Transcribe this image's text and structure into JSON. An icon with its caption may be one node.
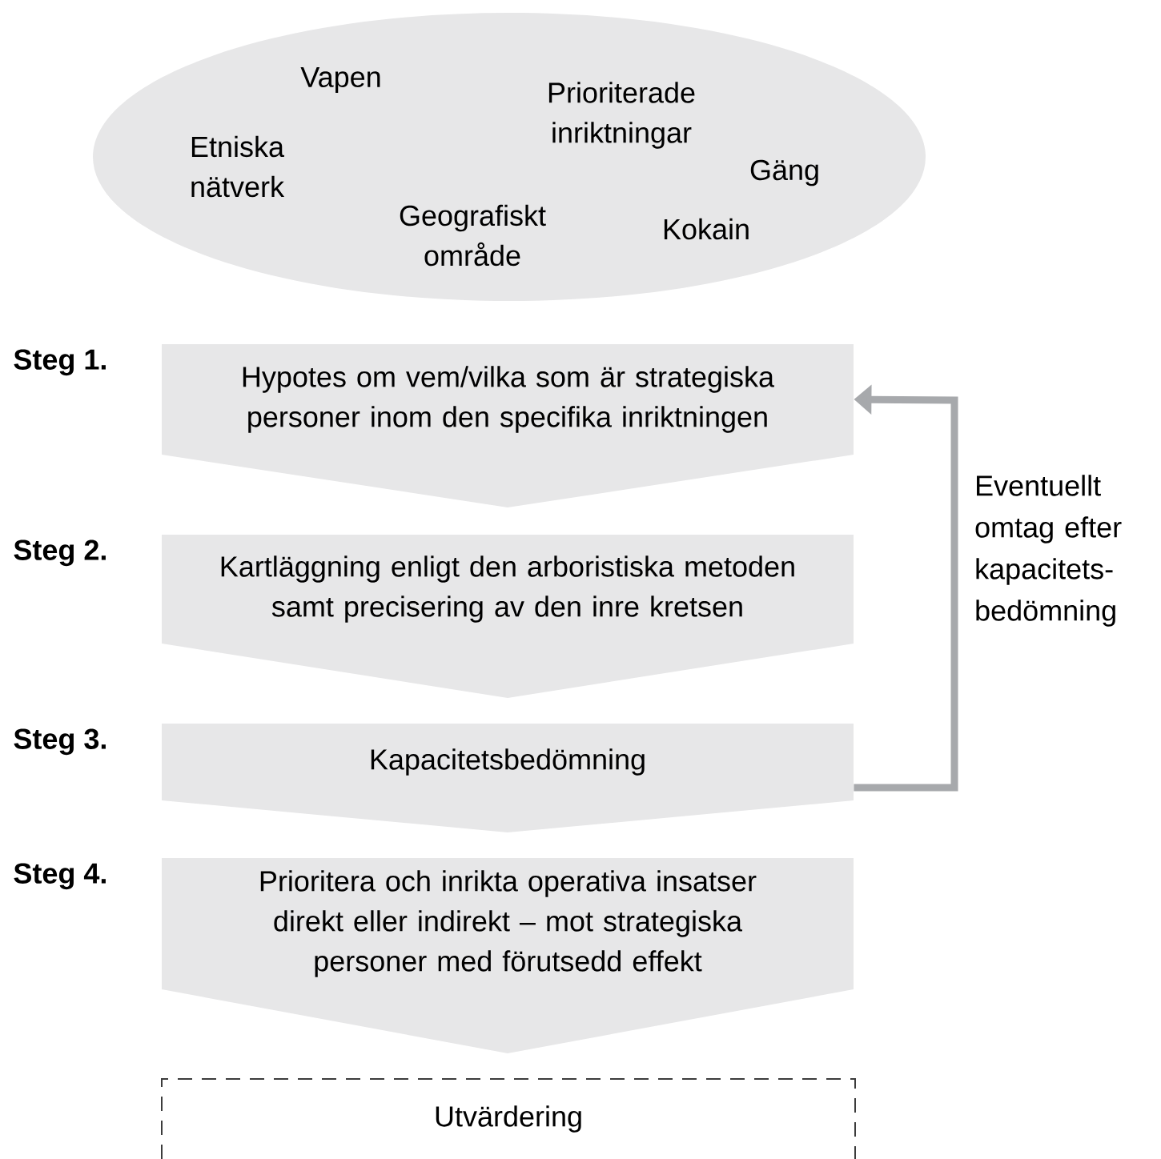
{
  "diagram": {
    "nodes": [
      {
        "text": [
          "Vapen",
          "Prioriterade inriktningar",
          "Etniska nätverk",
          "Gäng",
          "Geografiskt område",
          "Kokain"
        ]
      },
      {
        "text": [
          "Hypotes om vem/vilka som är strategiska personer inom den specifika inriktningen"
        ],
        "beside": [
          "Steg 1."
        ]
      },
      {
        "text": [
          "Kartläggning enligt den arboristiska metoden samt precisering av den inre kretsen"
        ],
        "beside": [
          "Steg 2."
        ]
      },
      {
        "text": [
          "Kapacitetsbedömning"
        ],
        "beside": [
          "Steg 3."
        ]
      },
      {
        "text": [
          "Prioritera och inrikta operativa insatser direkt eller indirekt – mot strategiska personer med förutsedd effekt"
        ],
        "beside": [
          "Steg 4."
        ]
      },
      {
        "text": [
          "Utvärdering"
        ]
      }
    ],
    "edges": [
      {
        "from": 3,
        "to": 1,
        "arrow": "to",
        "color": "#a7a9ac",
        "label": "Eventuellt omtag efter kapacitets-bedömning"
      }
    ]
  }
}
